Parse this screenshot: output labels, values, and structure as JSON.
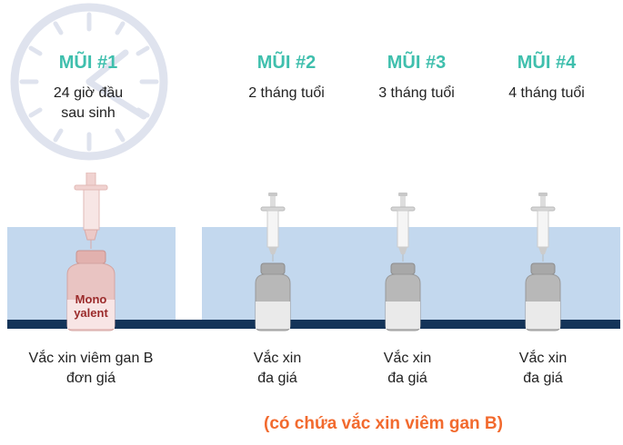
{
  "doses": [
    {
      "title": "MŨI #1",
      "time_line1": "24 giờ đầu",
      "time_line2": "sau sinh",
      "vaccine_line1": "Vắc xin viêm gan B",
      "vaccine_line2": "đơn giá",
      "vial_type": "monovalent",
      "vial_label_line1": "Mono",
      "vial_label_line2": "yalent"
    },
    {
      "title": "MŨI #2",
      "time_line1": "2 tháng tuổi",
      "vaccine_line1": "Vắc xin",
      "vaccine_line2": "đa giá",
      "vial_type": "multivalent"
    },
    {
      "title": "MŨI #3",
      "time_line1": "3 tháng tuổi",
      "vaccine_line1": "Vắc xin",
      "vaccine_line2": "đa giá",
      "vial_type": "multivalent"
    },
    {
      "title": "MŨI #4",
      "time_line1": "4 tháng tuổi",
      "vaccine_line1": "Vắc xin",
      "vaccine_line2": "đa giá",
      "vial_type": "multivalent"
    }
  ],
  "footnote": "(có chứa vắc xin viêm gan B)",
  "colors": {
    "title": "#3fbfad",
    "footnote": "#f26a2e",
    "panel": "#c3d8ee",
    "base": "#143459",
    "mono_vial": "#e9c4c2",
    "multi_vial": "#b8b8b8"
  }
}
